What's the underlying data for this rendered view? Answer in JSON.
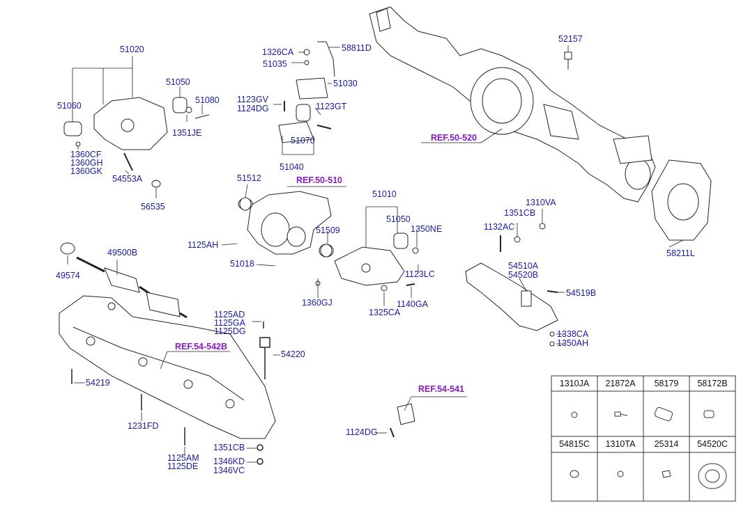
{
  "labels": {
    "p51020": "51020",
    "p51060": "51060",
    "p51050a": "51050",
    "p51080": "51080",
    "p1351je": "1351JE",
    "p1360cf": "1360CF",
    "p1360gh": "1360GH",
    "p1360gk": "1360GK",
    "p54553a": "54553A",
    "p56535": "56535",
    "p1326ca": "1326CA",
    "p51035": "51035",
    "p58811d": "58811D",
    "p51030": "51030",
    "p1123gv": "1123GV",
    "p1124dg": "1124DG",
    "p1123gt": "1123GT",
    "p51070": "51070",
    "p51040": "51040",
    "p52157": "52157",
    "p51512": "51512",
    "p1125ah": "1125AH",
    "p51018": "51018",
    "p51509": "51509",
    "p1360gj": "1360GJ",
    "p51010": "51010",
    "p51050b": "51050",
    "p1350ne": "1350NE",
    "p1123lc": "1123LC",
    "p1140ga": "1140GA",
    "p1325ca": "1325CA",
    "p1310va": "1310VA",
    "p1351cb": "1351CB",
    "p1132ac": "1132AC",
    "p54510a": "54510A",
    "p54520b": "54520B",
    "p54519b": "54519B",
    "p1338ca": "1338CA",
    "p1350ah": "1350AH",
    "p58211l": "58211L",
    "p49500b": "49500B",
    "p49574": "49574",
    "p1125ad": "1125AD",
    "p1125ga": "1125GA",
    "p1125dg": "1125DG",
    "p54220": "54220",
    "p54219": "54219",
    "p1231fd": "1231FD",
    "p1125am": "1125AM",
    "p1125de": "1125DE",
    "p1351cb2": "1351CB",
    "p1346kd": "1346KD",
    "p1346vc": "1346VC",
    "p1124dg2": "1124DG"
  },
  "refs": {
    "r50520": "REF.50-520",
    "r50510": "REF.50-510",
    "r54542b": "REF.54-542B",
    "r54541": "REF.54-541"
  },
  "table": {
    "cells": [
      "1310JA",
      "21872A",
      "58179",
      "58172B",
      "54815C",
      "1310TA",
      "25314",
      "54520C"
    ]
  },
  "colors": {
    "label": "#1a1aa0",
    "reference": "#8a1ac0",
    "line": "#222222"
  }
}
